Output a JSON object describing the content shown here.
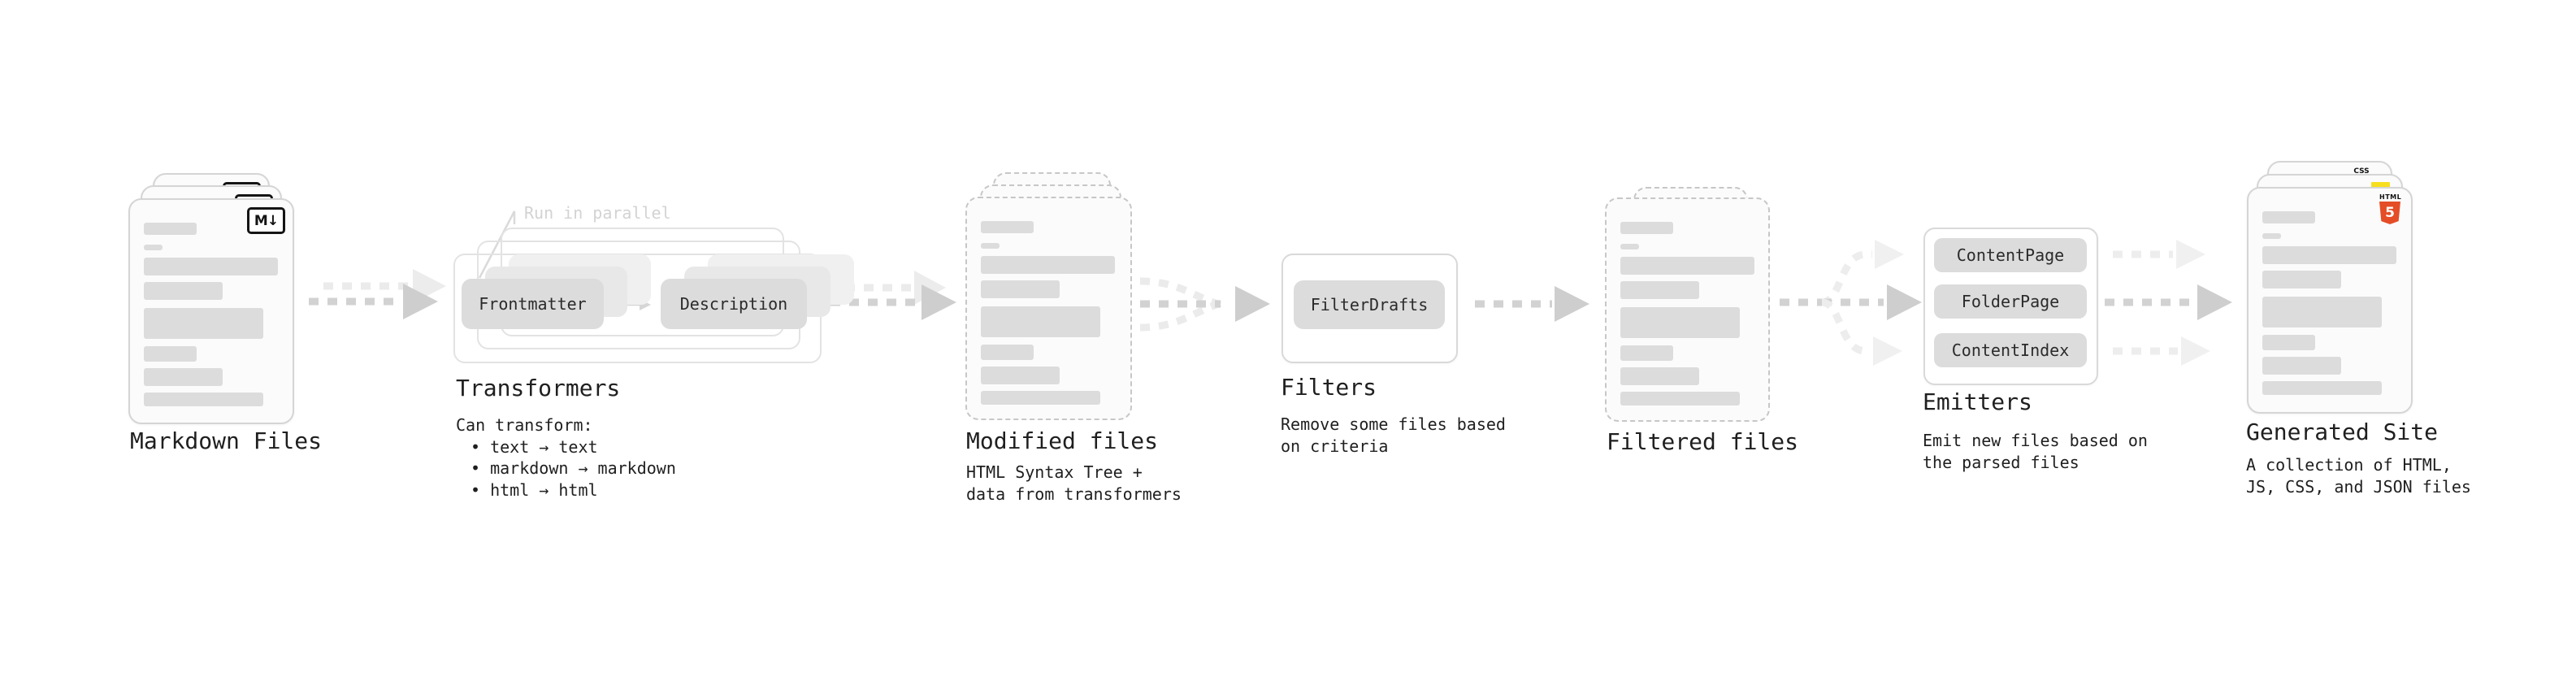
{
  "stages": {
    "markdown_files": {
      "label": "Markdown Files",
      "badge": "M↓"
    },
    "transformers": {
      "label": "Transformers",
      "annotation": "Run in parallel",
      "boxes": [
        "Frontmatter",
        "Description"
      ],
      "desc_heading": "Can transform:",
      "bullets": [
        "• text → text",
        "• markdown → markdown",
        "• html → html"
      ]
    },
    "modified_files": {
      "label": "Modified files",
      "desc_lines": [
        "HTML Syntax Tree +",
        "data from transformers"
      ]
    },
    "filters": {
      "label": "Filters",
      "boxes": [
        "FilterDrafts"
      ],
      "desc_lines": [
        "Remove some files based",
        "on criteria"
      ]
    },
    "filtered_files": {
      "label": "Filtered files"
    },
    "emitters": {
      "label": "Emitters",
      "boxes": [
        "ContentPage",
        "FolderPage",
        "ContentIndex"
      ],
      "desc_lines": [
        "Emit new files based on",
        "the parsed files"
      ]
    },
    "generated_site": {
      "label": "Generated Site",
      "desc_lines": [
        "A collection of HTML,",
        "JS, CSS, and JSON files"
      ],
      "file_badges": {
        "css_label": "CSS",
        "html_label": "HTML",
        "html_number": "5"
      }
    }
  },
  "colors": {
    "text": "#1f1f1f",
    "annotation_gray": "#d3d3d3",
    "arrow_gray": "#d2d2d2",
    "arrow_light_gray": "#ebebeb",
    "box_gray": "#dcdcdc",
    "html5_orange": "#e44d26",
    "css_blue": "#2965f1",
    "js_yellow": "#f7df1e"
  }
}
